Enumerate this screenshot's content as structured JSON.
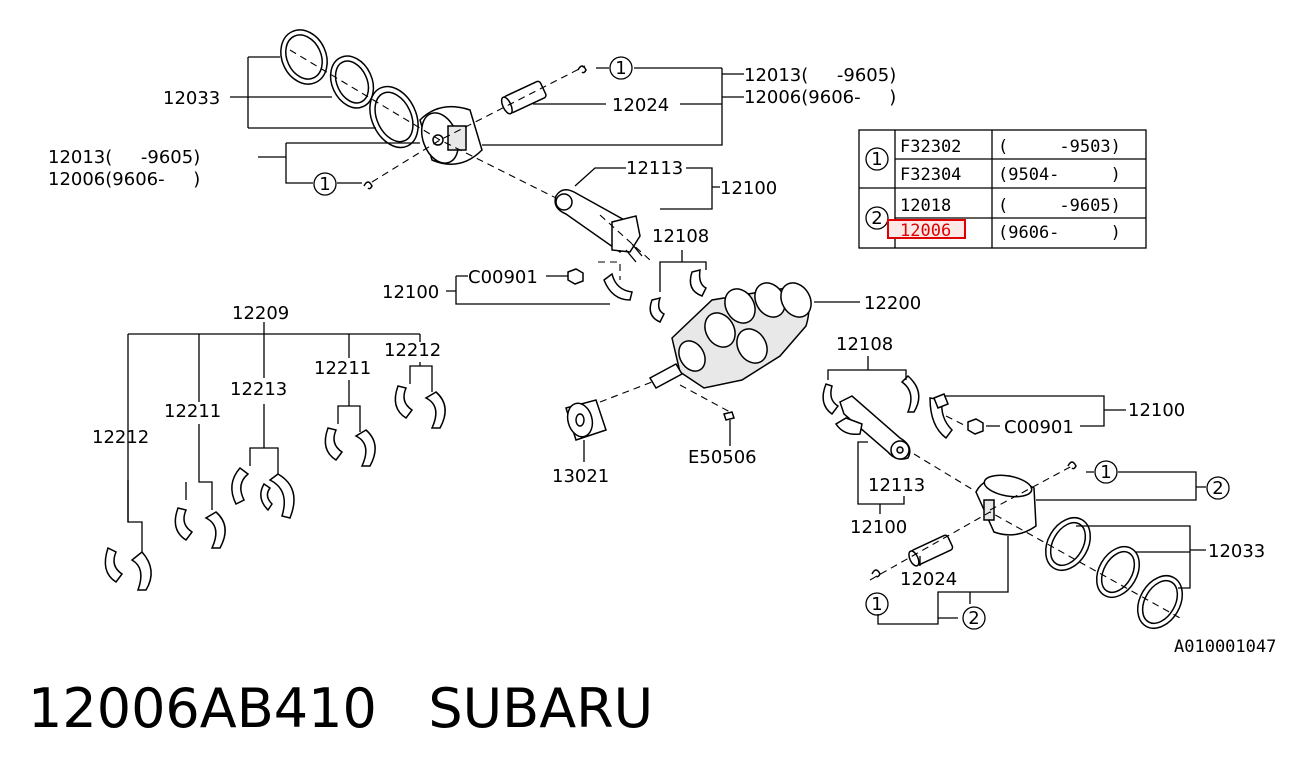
{
  "labels": {
    "l12033_top": "12033",
    "l12013_top": "12013(     -9605)",
    "l12006_top": "12006(9606-     )",
    "l12024_top": "12024",
    "l12013_left": "12013(     -9605)",
    "l12006_left": "12006(9606-     )",
    "l12113_top": "12113",
    "l12100_top": "12100",
    "l12108_top": "12108",
    "l12100_mid": "12100",
    "lC00901_mid": "C00901",
    "l12200": "12200",
    "l12209": "12209",
    "l12212_a": "12212",
    "l12211_a": "12211",
    "l12213": "12213",
    "l12211_b": "12211",
    "l12212_b": "12212",
    "l13021": "13021",
    "lE50506": "E50506",
    "l12108_bot": "12108",
    "lC00901_bot": "C00901",
    "l12100_bot_r": "12100",
    "l12113_bot": "12113",
    "l12100_bot": "12100",
    "l12033_bot": "12033",
    "l12024_bot": "12024",
    "ref_code": "A010001047"
  },
  "callouts": {
    "one": "1",
    "two": "2"
  },
  "ref_table": {
    "rows": [
      {
        "group": "1",
        "part": "F32302",
        "range": "(     -9503)"
      },
      {
        "group": "1",
        "part": "F32304",
        "range": "(9504-     )"
      },
      {
        "group": "2",
        "part": "12018",
        "range": "(     -9605)"
      },
      {
        "group": "2",
        "part": "12006",
        "range": "(9606-     )",
        "highlighted": true
      }
    ]
  },
  "caption": {
    "part_number": "12006AB410",
    "brand": "SUBARU"
  },
  "colors": {
    "highlight": "#e00000",
    "line": "#000000"
  }
}
